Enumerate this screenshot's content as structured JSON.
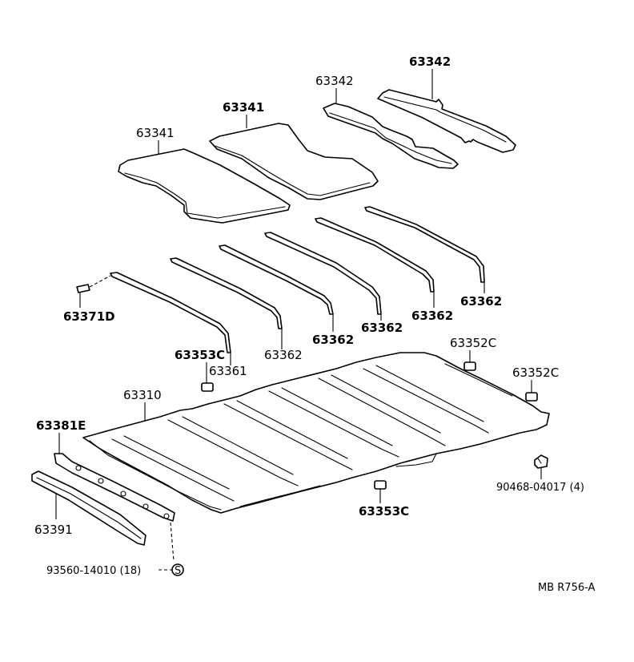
{
  "labels": {
    "p63342_a": "63342",
    "p63342_b": "63342",
    "p63341_a": "63341",
    "p63341_b": "63341",
    "p63362_a": "63362",
    "p63362_b": "63362",
    "p63362_c": "63362",
    "p63362_d": "63362",
    "p63362_e": "63362",
    "p63371d": "63371D",
    "p63353c_a": "63353C",
    "p63353c_b": "63353C",
    "p63361": "63361",
    "p63352c_a": "63352C",
    "p63352c_b": "63352C",
    "p63310": "63310",
    "p63381e": "63381E",
    "p63391": "63391",
    "p90468": "90468-04017 (4)",
    "p93560": "93560-14010 (18)",
    "s_symbol": "S",
    "ref": "MB R756-A"
  }
}
